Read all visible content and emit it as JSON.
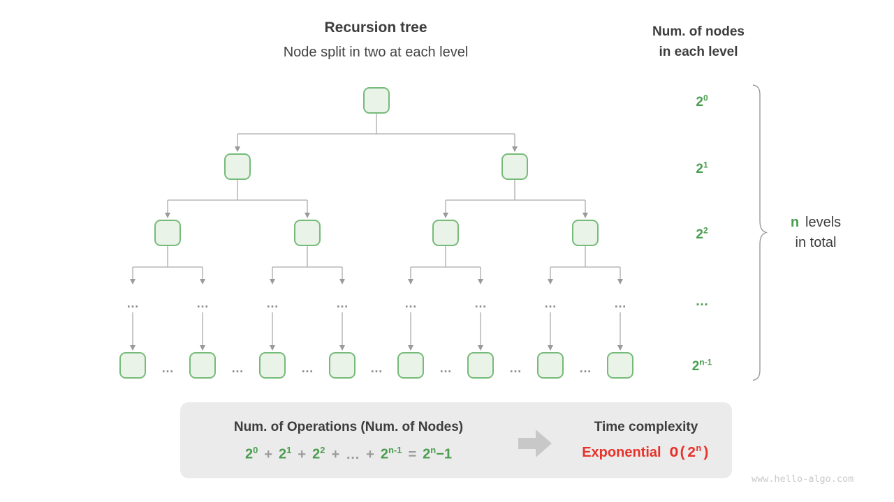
{
  "header": {
    "title": "Recursion tree",
    "subtitle": "Node split in two at each level"
  },
  "right_header": {
    "line1": "Num. of nodes",
    "line2": "in each level"
  },
  "levels": {
    "labels": [
      {
        "t": "2",
        "sup": "0"
      },
      {
        "t": "2",
        "sup": "1"
      },
      {
        "t": "2",
        "sup": "2"
      },
      {
        "t": "…"
      },
      {
        "t": "2",
        "sup": "n-1"
      }
    ]
  },
  "tree": {
    "ellipsis": "…"
  },
  "brace_note": {
    "term": "n",
    "line1_rest": "levels",
    "line2": "in total"
  },
  "summary": {
    "ops_title": "Num. of Operations (Num. of Nodes)",
    "formula": [
      {
        "t": "2",
        "sup": "0",
        "color": "green"
      },
      {
        "t": "+",
        "color": "gray"
      },
      {
        "t": "2",
        "sup": "1",
        "color": "green"
      },
      {
        "t": "+",
        "color": "gray"
      },
      {
        "t": "2",
        "sup": "2",
        "color": "green"
      },
      {
        "t": "+",
        "color": "gray"
      },
      {
        "t": "…",
        "color": "gray"
      },
      {
        "t": "+",
        "color": "gray"
      },
      {
        "t": "2",
        "sup": "n-1",
        "color": "green"
      },
      {
        "t": "=",
        "color": "gray"
      },
      {
        "t": "2",
        "sup": "n",
        "post": "−1",
        "color": "green"
      }
    ],
    "arrow_icon": "block-right-arrow",
    "tc_title": "Time complexity",
    "tc_label": "Exponential",
    "tc_notation": {
      "t": "O(2",
      "sup": "n",
      "post": ")",
      "color": "red"
    }
  },
  "watermark": "www.hello-algo.com",
  "icons": {
    "brace": "curly-brace",
    "arrow": "block-right-arrow"
  },
  "colors": {
    "green": "#4a9d4f",
    "node-border": "#76bb79",
    "node-fill": "#eaf3e8",
    "red": "#e8322a",
    "gray-text": "#9b9b9b",
    "connector": "#ababab",
    "box-bg": "#ebebeb",
    "dark-text": "#3d3d3d"
  }
}
